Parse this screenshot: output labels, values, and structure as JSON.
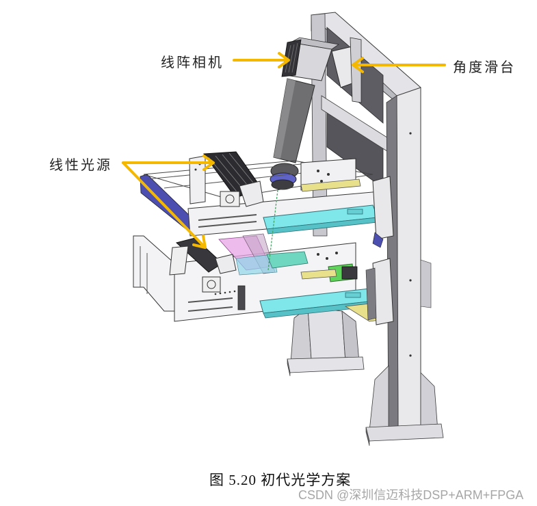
{
  "figure": {
    "labels": {
      "line_camera": "线阵相机",
      "angle_stage": "角度滑台",
      "line_light": "线性光源"
    },
    "caption": "图 5.20  初代光学方案",
    "watermark": "CSDN @深圳信迈科技DSP+ARM+FPGA",
    "colors": {
      "arrow": "#f5b800",
      "frame_light": "#e6e6ea",
      "frame_dark": "#6c6c72",
      "lens_barrel": "#6b6b6b",
      "arm_cyan": "#7fe6ea",
      "blue_bar": "#4c4fb0",
      "yellow_bracket": "#e8e08a",
      "motor_green": "#5fd45a",
      "glass_pink": "#e7a6e6",
      "glass_teal": "#6fd6c0"
    }
  }
}
